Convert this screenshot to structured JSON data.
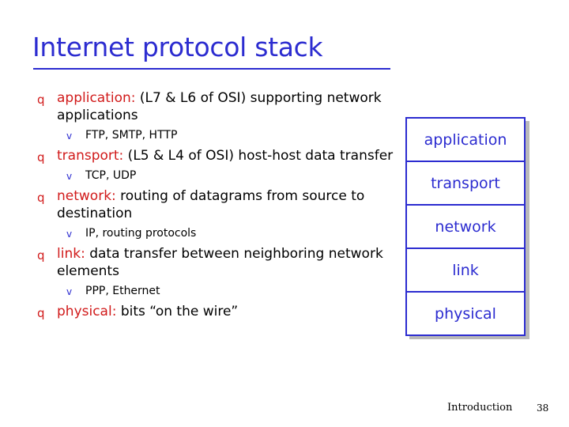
{
  "slide": {
    "title": "Internet protocol stack",
    "bullets": [
      {
        "marker": "q",
        "keyword": "application:",
        "text": " (L7 & L6 of OSI) supporting network applications",
        "sub": [
          {
            "marker": "v",
            "text": "FTP, SMTP, HTTP"
          }
        ]
      },
      {
        "marker": "q",
        "keyword": "transport:",
        "text": " (L5 & L4 of OSI) host-host data transfer",
        "sub": [
          {
            "marker": "v",
            "text": "TCP, UDP"
          }
        ]
      },
      {
        "marker": "q",
        "keyword": "network:",
        "text": " routing of datagrams from source to destination",
        "sub": [
          {
            "marker": "v",
            "text": "IP, routing protocols"
          }
        ]
      },
      {
        "marker": "q",
        "keyword": "link:",
        "text": " data transfer between neighboring network elements",
        "sub": [
          {
            "marker": "v",
            "text": "PPP, Ethernet"
          }
        ]
      },
      {
        "marker": "q",
        "keyword": "physical:",
        "text": " bits “on the wire”",
        "sub": []
      }
    ],
    "stack_layers": [
      {
        "label": "application"
      },
      {
        "label": "transport"
      },
      {
        "label": "network"
      },
      {
        "label": "link"
      },
      {
        "label": "physical"
      }
    ],
    "footer": {
      "section": "Introduction",
      "page": "38"
    },
    "colors": {
      "title": "#2c2cd0",
      "keyword": "#d11a1a",
      "stack_border": "#2c2cd0",
      "sub_marker": "#2c2cd0"
    }
  }
}
